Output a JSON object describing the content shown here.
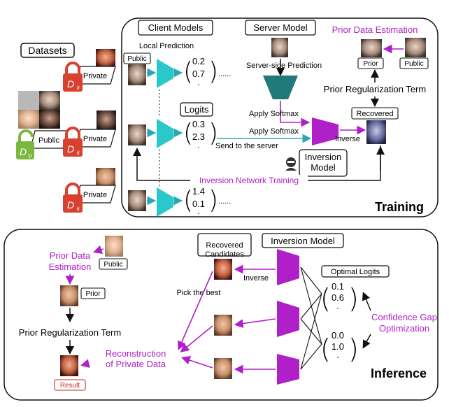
{
  "colors": {
    "teal": "#2ac8c8",
    "teal_dark": "#1f7a78",
    "magenta": "#b020c8",
    "lock_red": "#d84030",
    "lock_green": "#7ab840",
    "arrow_blue": "#2aa7b5"
  },
  "left": {
    "datasets_label": "Datasets",
    "private_label": "Private",
    "public_label": "Public",
    "dk_label": "D",
    "dk_sub": "k",
    "dp_label": "D",
    "dp_sub": "p"
  },
  "training": {
    "section_title": "Training",
    "client_models_label": "Client Models",
    "server_model_label": "Server Model",
    "local_prediction_label": "Local Prediction",
    "public_tag": "Public",
    "logits_label": "Logits",
    "logits_1": [
      "0.2",
      "0.7",
      "."
    ],
    "logits_2": [
      "0.3",
      "2.3",
      "."
    ],
    "logits_3": [
      "1.4",
      "0.1",
      "."
    ],
    "ellipsis": "......",
    "server_side_prediction_label": "Server-side Prediction",
    "apply_softmax_1": "Apply Softmax",
    "apply_softmax_2": "Apply Softmax",
    "send_to_server_label": "Send to the server",
    "inverse_label": "Inverse",
    "inversion_model_label": "Inversion Model",
    "inversion_network_training_label": "Inversion Network Training",
    "prior_data_estimation_label": "Prior Data Estimation",
    "prior_tag": "Prior",
    "public_tag2": "Public",
    "prior_regularization_label": "Prior Regularization Term",
    "recovered_tag": "Recovered"
  },
  "inference": {
    "section_title": "Inference",
    "prior_data_estimation_label": "Prior Data Estimation",
    "public_tag": "Public",
    "prior_tag": "Prior",
    "prior_regularization_label": "Prior Regularization Term",
    "result_tag": "Result",
    "recovered_candidates_label": "Recovered Candidates",
    "inversion_model_label": "Inversion Model",
    "inverse_label": "Inverse",
    "pick_best_label": "Pick the best",
    "reconstruction_label": "Reconstruction of Private Data",
    "optimal_logits_label": "Optimal Logits",
    "logits_a": [
      "0.1",
      "0.6",
      "."
    ],
    "logits_b": [
      "0.0",
      "1.0",
      "."
    ],
    "confidence_gap_label": "Confidence Gap Optimization"
  }
}
